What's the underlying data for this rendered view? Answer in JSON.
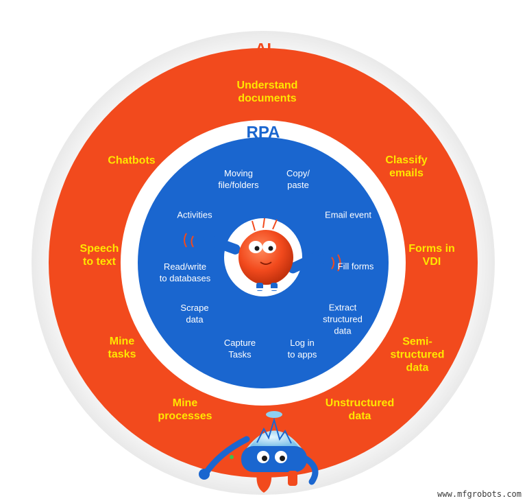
{
  "titles": {
    "ai": "AI",
    "rpa": "RPA"
  },
  "colors": {
    "outer_ring": "#f4f4f4",
    "ai_ring": "#f24a1d",
    "rpa_ring": "#ffffff",
    "rpa_disc": "#1a66cf",
    "ai_text": "#ffe600"
  },
  "ai_items": [
    "Understand\ndocuments",
    "Classify\nemails",
    "Forms in\nVDI",
    "Semi-\nstructured\ndata",
    "Unstructured\ndata",
    "Mine\nprocesses",
    "Mine\ntasks",
    "Speech\nto text",
    "Chatbots"
  ],
  "rpa_items": [
    "Moving\nfile/folders",
    "Copy/\npaste",
    "Email event",
    "Fill forms",
    "Extract\nstructured\ndata",
    "Log in\nto apps",
    "Capture\nTasks",
    "Scrape\ndata",
    "Read/write\nto databases",
    "Activities"
  ],
  "icons": {
    "center": "red-robot-icon",
    "bottom": "blue-robot-icon"
  },
  "watermark": "www.mfgrobots.com"
}
